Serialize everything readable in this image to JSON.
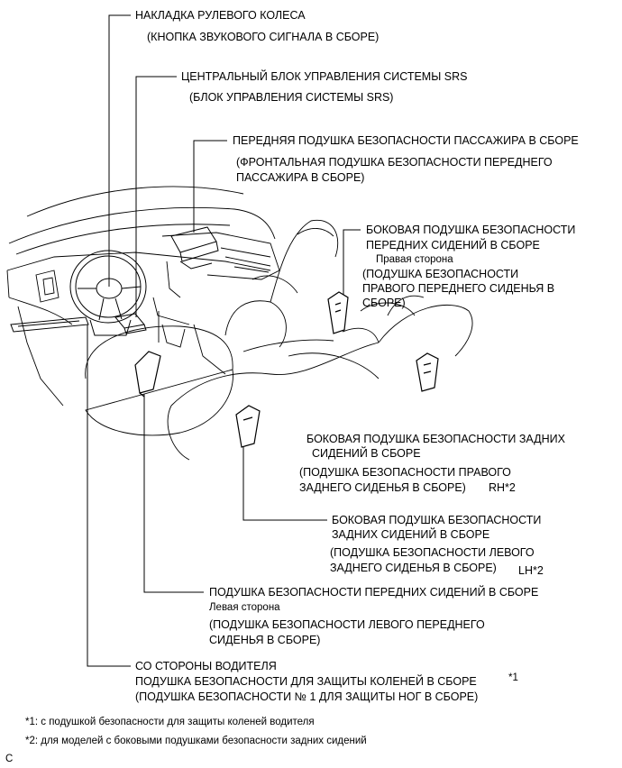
{
  "labels": {
    "steering_pad": [
      "НАКЛАДКА РУЛЕВОГО КОЛЕСА",
      "(КНОПКА ЗВУКОВОГО СИГНАЛА В СБОРЕ)"
    ],
    "srs_center": [
      "ЦЕНТРАЛЬНЫЙ БЛОК УПРАВЛЕНИЯ СИСТЕМЫ SRS",
      "(БЛОК УПРАВЛЕНИЯ СИСТЕМЫ SRS)"
    ],
    "front_passenger": [
      "ПЕРЕДНЯЯ ПОДУШКА БЕЗОПАСНОСТИ ПАССАЖИРА В СБОРЕ",
      "(ФРОНТАЛЬНАЯ ПОДУШКА БЕЗОПАСНОСТИ ПЕРЕДНЕГО",
      "ПАССАЖИРА В СБОРЕ)"
    ],
    "front_seat_rh": [
      "БОКОВАЯ ПОДУШКА БЕЗОПАСНОСТИ",
      "ПЕРЕДНИХ СИДЕНИЙ В СБОРЕ",
      "Правая сторона",
      "(ПОДУШКА БЕЗОПАСНОСТИ",
      "ПРАВОГО ПЕРЕДНЕГО СИДЕНЬЯ В",
      "СБОРЕ)"
    ],
    "rear_seat_rh": [
      "БОКОВАЯ ПОДУШКА БЕЗОПАСНОСТИ ЗАДНИХ",
      "СИДЕНИЙ В СБОРЕ",
      "(ПОДУШКА БЕЗОПАСНОСТИ ПРАВОГО",
      "ЗАДНЕГО СИДЕНЬЯ В СБОРЕ)",
      "RH*2"
    ],
    "rear_seat_lh": [
      "БОКОВАЯ ПОДУШКА БЕЗОПАСНОСТИ",
      "ЗАДНИХ СИДЕНИЙ В СБОРЕ",
      "(ПОДУШКА БЕЗОПАСНОСТИ ЛЕВОГО",
      "ЗАДНЕГО СИДЕНЬЯ В СБОРЕ)",
      "LH*2"
    ],
    "front_seat_lh": [
      "ПОДУШКА БЕЗОПАСНОСТИ ПЕРЕДНИХ СИДЕНИЙ В СБОРЕ",
      "Левая сторона",
      "(ПОДУШКА БЕЗОПАСНОСТИ ЛЕВОГО ПЕРЕДНЕГО",
      "СИДЕНЬЯ В СБОРЕ)"
    ],
    "driver_knee": [
      "СО СТОРОНЫ ВОДИТЕЛЯ",
      "ПОДУШКА БЕЗОПАСНОСТИ ДЛЯ ЗАЩИТЫ КОЛЕНЕЙ В СБОРЕ",
      "*1",
      "(ПОДУШКА БЕЗОПАСНОСТИ № 1 ДЛЯ ЗАЩИТЫ НОГ В СБОРЕ)"
    ]
  },
  "footnotes": [
    "*1: с подушкой безопасности для защиты коленей водителя",
    "*2: для моделей с боковыми подушками безопасности задних сидений"
  ],
  "figure_code": "C"
}
